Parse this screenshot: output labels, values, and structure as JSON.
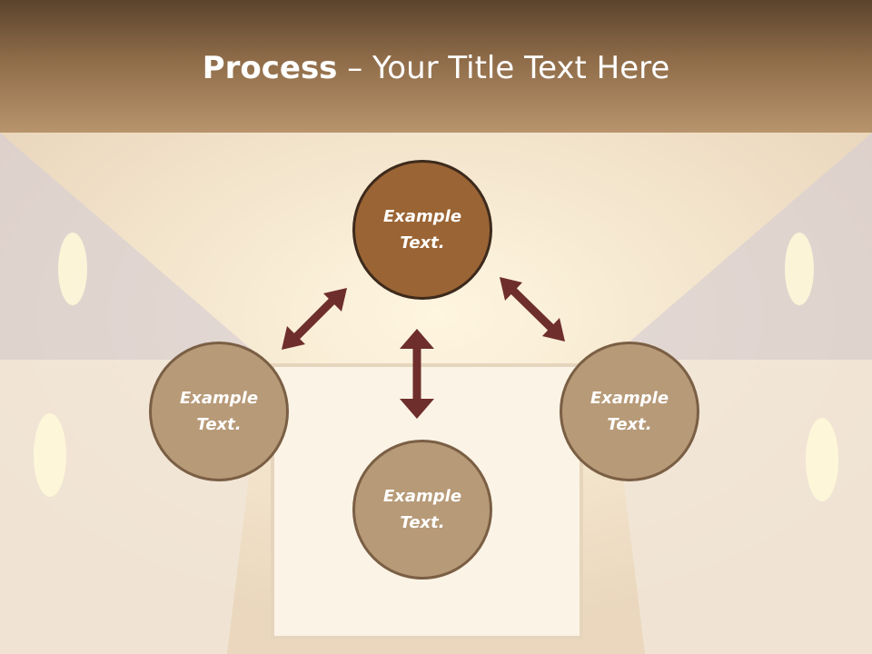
{
  "title": {
    "bold": "Process",
    "rest": " – Your Title Text Here"
  },
  "nodes": [
    {
      "id": "top",
      "text": "Example\nText."
    },
    {
      "id": "left",
      "text": "Example\nText."
    },
    {
      "id": "right",
      "text": "Example\nText."
    },
    {
      "id": "bottom",
      "text": "Example\nText."
    }
  ],
  "colors": {
    "header": "#8f6c49",
    "top_node": "#9a6434",
    "other_nodes": "#b79a78",
    "arrow": "#6e2e2b"
  }
}
